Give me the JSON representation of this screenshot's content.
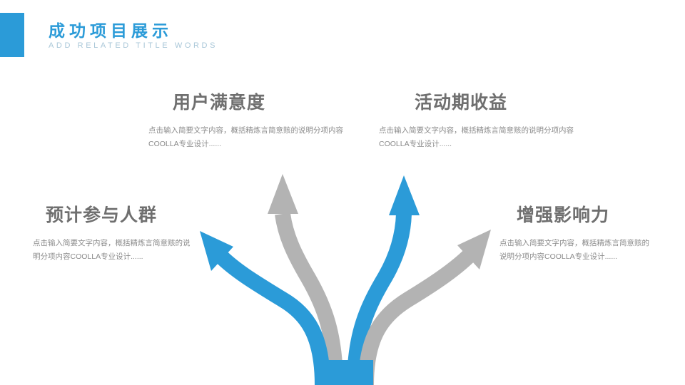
{
  "header": {
    "title": "成功项目展示",
    "subtitle": "ADD RELATED TITLE WORDS",
    "accent_color": "#2b9bd8"
  },
  "colors": {
    "blue": "#2b9bd8",
    "gray": "#b3b3b3",
    "title_gray": "#6f6f6f",
    "body_gray": "#8b8b8b",
    "subtitle_blue": "#a9c7d8"
  },
  "blocks": [
    {
      "id": "satisfaction",
      "title": "用户满意度",
      "body": "点击输入简要文字内容，概括精炼言简意赅的说明分项内容COOLLA专业设计......",
      "arrow_color": "#b3b3b3"
    },
    {
      "id": "revenue",
      "title": "活动期收益",
      "body": "点击输入简要文字内容，概括精炼言简意赅的说明分项内容COOLLA专业设计......",
      "arrow_color": "#2b9bd8"
    },
    {
      "id": "crowd",
      "title": "预计参与人群",
      "body": "点击输入简要文字内容，概括精炼言简意赅的说明分项内容COOLLA专业设计......",
      "arrow_color": "#2b9bd8"
    },
    {
      "id": "influence",
      "title": "增强影响力",
      "body": "点击输入简要文字内容，概括精炼言简意赅的说明分项内容COOLLA专业设计......",
      "arrow_color": "#b3b3b3"
    }
  ],
  "diagram": {
    "name": "four-branch-arrow-diagram",
    "branch_count": 4
  }
}
